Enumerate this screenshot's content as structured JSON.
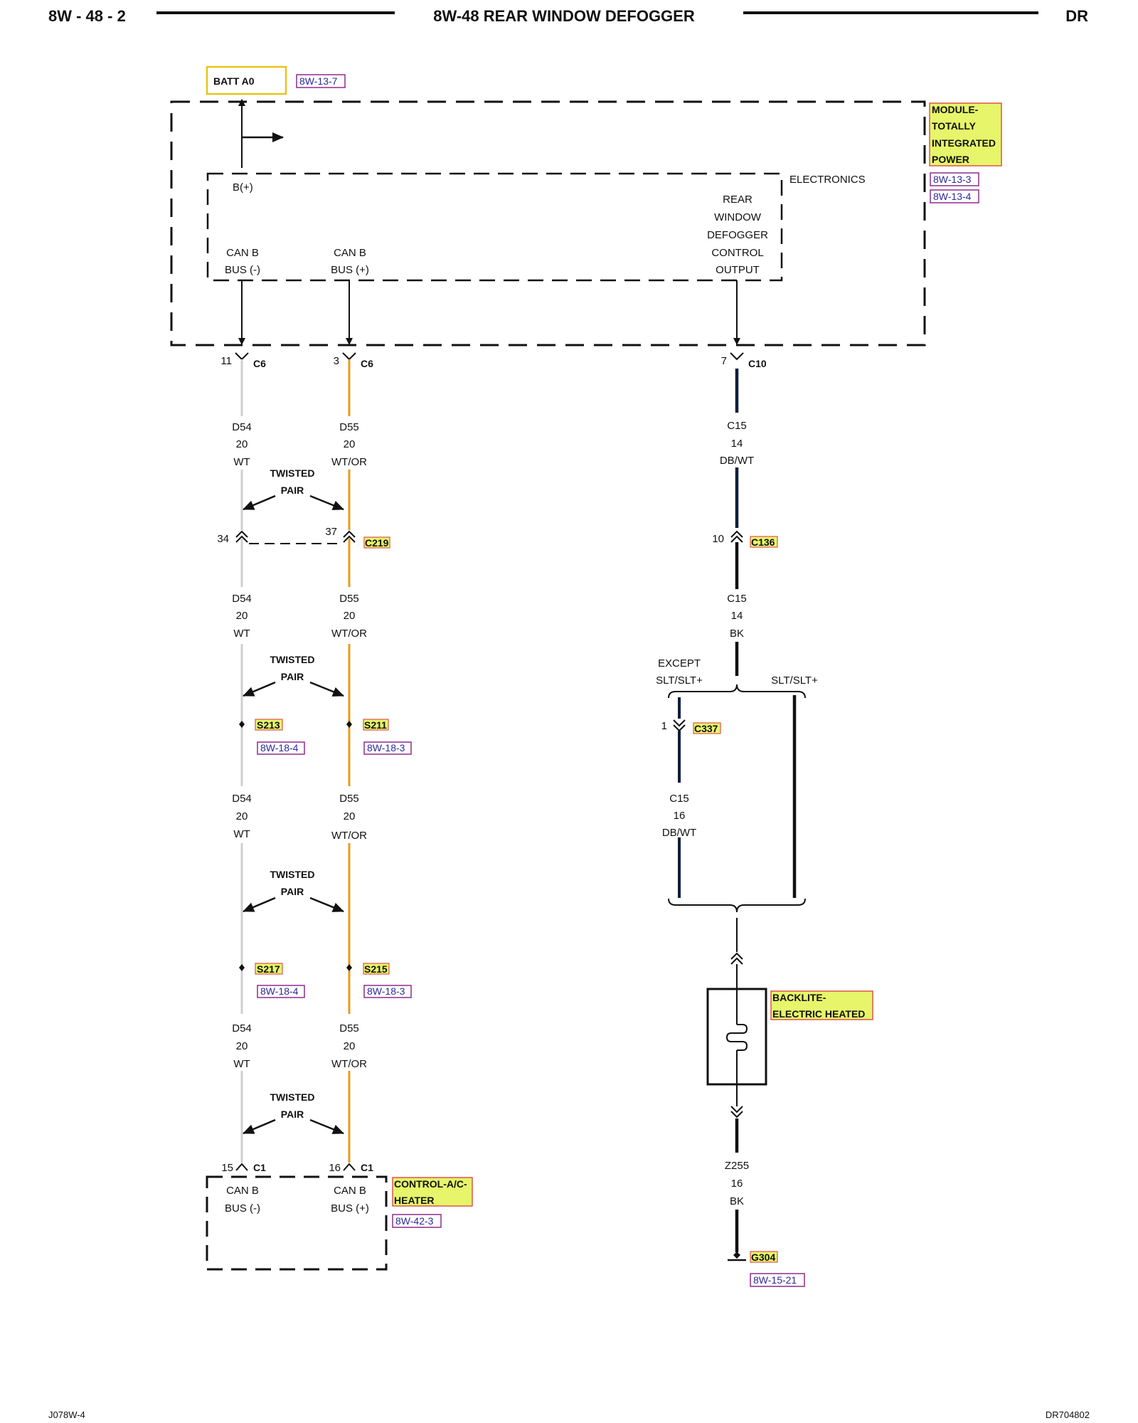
{
  "header": {
    "page_code": "8W - 48 - 2",
    "title": "8W-48 REAR WINDOW DEFOGGER",
    "model": "DR"
  },
  "footer": {
    "left_code": "J078W-4",
    "right_code": "DR704802"
  },
  "colors": {
    "highlight_fill": "#e6f56a",
    "highlight_border": "#e0544d",
    "ref_border": "#8e2c8e",
    "wire_white": "#cfcfcf",
    "wire_orange": "#e99a1d",
    "wire_dark_blue": "#0e1e3d",
    "wire_black": "#111111",
    "batt_box_border": "#e8c51a"
  },
  "power": {
    "label": "BATT A0",
    "ref": "8W-13-7"
  },
  "tipm": {
    "name_lines": [
      "MODULE-",
      "TOTALLY",
      "INTEGRATED",
      "POWER"
    ],
    "suffix": "ELECTRONICS",
    "refs": [
      "8W-13-3",
      "8W-13-4"
    ],
    "bplus": "B(+)",
    "output_lines": [
      "REAR",
      "WINDOW",
      "DEFOGGER",
      "CONTROL",
      "OUTPUT"
    ],
    "can_minus": [
      "CAN B",
      "BUS (-)"
    ],
    "can_plus": [
      "CAN B",
      "BUS (+)"
    ]
  },
  "connectors": {
    "c6_a": {
      "pin": "11",
      "name": "C6"
    },
    "c6_b": {
      "pin": "3",
      "name": "C6"
    },
    "c10": {
      "pin": "7",
      "name": "C10"
    },
    "c219_a": {
      "pin": "34"
    },
    "c219_b": {
      "pin": "37",
      "name": "C219"
    },
    "c136": {
      "pin": "10",
      "name": "C136"
    },
    "c337": {
      "pin": "1",
      "name": "C337"
    },
    "c1_a": {
      "pin": "15",
      "name": "C1"
    },
    "c1_b": {
      "pin": "16",
      "name": "C1"
    }
  },
  "wires": {
    "d54_1": [
      "D54",
      "20",
      "WT"
    ],
    "d55_1": [
      "D55",
      "20",
      "WT/OR"
    ],
    "d54_2": [
      "D54",
      "20",
      "WT"
    ],
    "d55_2": [
      "D55",
      "20",
      "WT/OR"
    ],
    "d54_3": [
      "D54",
      "20",
      "WT"
    ],
    "d55_3": [
      "D55",
      "20",
      "WT/OR"
    ],
    "d54_4": [
      "D54",
      "20",
      "WT"
    ],
    "d55_4": [
      "D55",
      "20",
      "WT/OR"
    ],
    "c15_1": [
      "C15",
      "14",
      "DB/WT"
    ],
    "c15_2": [
      "C15",
      "14",
      "BK"
    ],
    "c15_3": [
      "C15",
      "16",
      "DB/WT"
    ],
    "z255": [
      "Z255",
      "16",
      "BK"
    ]
  },
  "twisted_pair": [
    "TWISTED",
    "PAIR"
  ],
  "splices": {
    "s213": {
      "name": "S213",
      "ref": "8W-18-4"
    },
    "s211": {
      "name": "S211",
      "ref": "8W-18-3"
    },
    "s217": {
      "name": "S217",
      "ref": "8W-18-4"
    },
    "s215": {
      "name": "S215",
      "ref": "8W-18-3"
    }
  },
  "branches": {
    "except_lines": [
      "EXCEPT",
      "SLT/SLT+"
    ],
    "slt": "SLT/SLT+"
  },
  "backlite": {
    "name_lines": [
      "BACKLITE-",
      "ELECTRIC HEATED"
    ]
  },
  "hvac": {
    "name_lines": [
      "CONTROL-A/C-",
      "HEATER"
    ],
    "ref": "8W-42-3",
    "can_minus": [
      "CAN B",
      "BUS (-)"
    ],
    "can_plus": [
      "CAN B",
      "BUS (+)"
    ]
  },
  "ground": {
    "name": "G304",
    "ref": "8W-15-21"
  }
}
